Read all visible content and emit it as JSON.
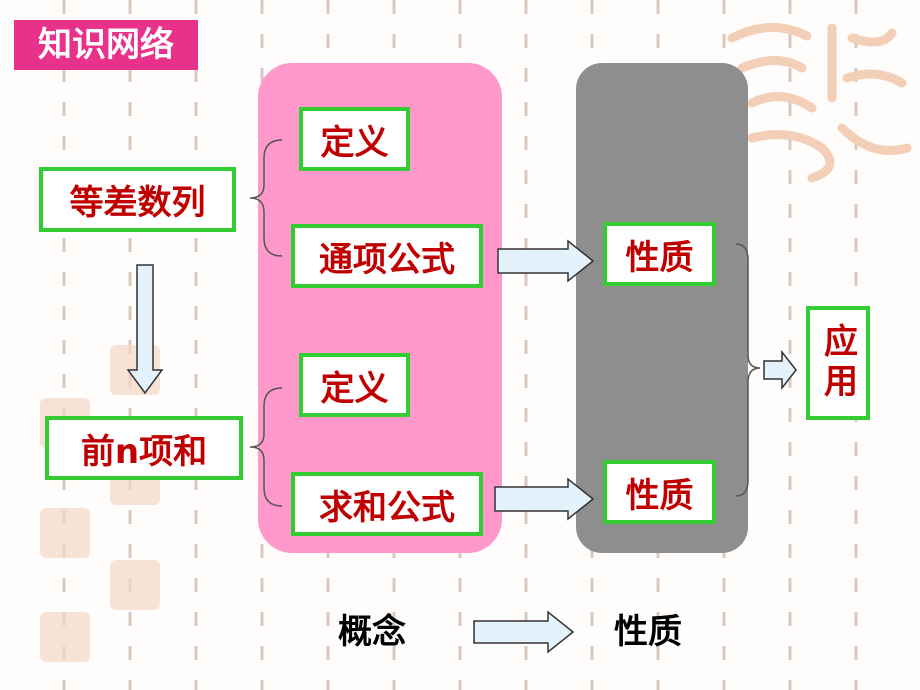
{
  "header": {
    "title": "知识网络"
  },
  "diagram": {
    "main_left": {
      "top": "等差数列",
      "bottom": "前n项和"
    },
    "concepts_top": [
      "定义",
      "通项公式"
    ],
    "concepts_bottom": [
      "定义",
      "求和公式"
    ],
    "properties": [
      "性质",
      "性质"
    ],
    "application": "应用"
  },
  "legend": {
    "from": "概念",
    "to": "性质"
  },
  "colors": {
    "title_bg": "#e8318a",
    "pink_panel": "#ff99cc",
    "gray_panel": "#8e8e8e",
    "box_border": "#33cc33",
    "box_text": "#c00000",
    "arrow_fill": "#e3f2fb"
  }
}
